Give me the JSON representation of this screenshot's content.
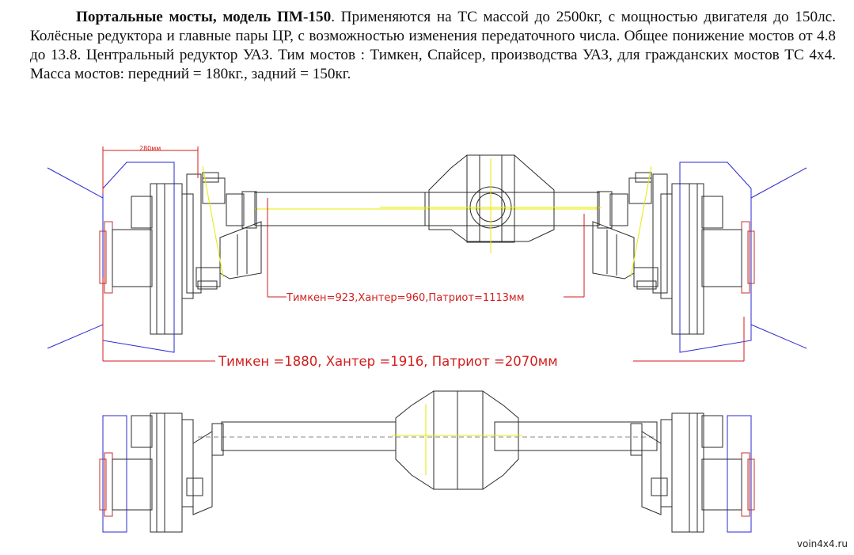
{
  "description": {
    "title": "Портальные мосты, модель ПМ-150",
    "text": ". Применяются на ТС массой до 2500кг, с мощностью двигателя до 150лс. Колёсные редуктора и главные пары ЦР, с возможностью изменения передаточного числа. Общее понижение мостов от 4.8 до 13.8. Центральный редуктор УАЗ. Тим мостов : Тимкен, Спайсер, производства  УАЗ, для гражданских мостов ТС 4х4. Масса мостов: передний = 180кг., задний = 150кг."
  },
  "dimensions": {
    "hub_offset": "280мм",
    "inner_width": "Тимкен=923,Хантер=960,Патриот=1113мм",
    "track_width": "Тимкен =1880, Хантер =1916, Патриот =2070мм"
  },
  "watermark": "voin4x4.ru",
  "colors": {
    "line": "#2b2b2b",
    "dimension": "#d21e1e",
    "hub": "#2a2ad0",
    "centerline": "#e8e800"
  }
}
